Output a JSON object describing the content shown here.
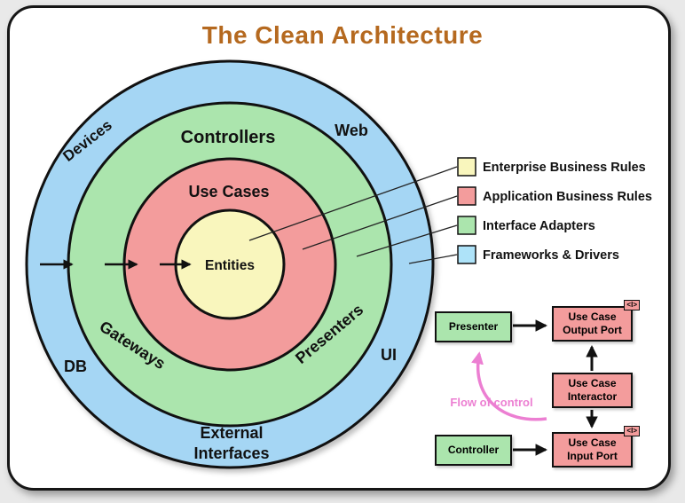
{
  "title": "The Clean Architecture",
  "colors": {
    "title": "#b5691f",
    "outline": "#111111",
    "frameworks_blue": "#a5d6f4",
    "adapters_green": "#abe5ad",
    "use_cases_red": "#f39c9c",
    "entities_yellow": "#f9f6bd",
    "flow_pink": "#ec7fd2"
  },
  "circle_labels": {
    "controllers": "Controllers",
    "use_cases": "Use Cases",
    "entities": "Entities",
    "gateways": "Gateways",
    "presenters": "Presenters",
    "web": "Web",
    "devices": "Devices",
    "db": "DB",
    "ui": "UI",
    "external_line1": "External",
    "external_line2": "Interfaces"
  },
  "legend": {
    "items": [
      {
        "label": "Enterprise Business Rules",
        "color": "#f9f6bd"
      },
      {
        "label": "Application Business Rules",
        "color": "#f39c9c"
      },
      {
        "label": "Interface Adapters",
        "color": "#abe5ad"
      },
      {
        "label": "Frameworks & Drivers",
        "color": "#aee3f9"
      }
    ]
  },
  "flow_diagram": {
    "presenter": "Presenter",
    "controller": "Controller",
    "use_case_output_port": "Use Case Output Port",
    "use_case_interactor": "Use Case Interactor",
    "use_case_input_port": "Use Case Input Port",
    "interface_marker": "<I>",
    "flow_of_control_label": "Flow of control"
  }
}
